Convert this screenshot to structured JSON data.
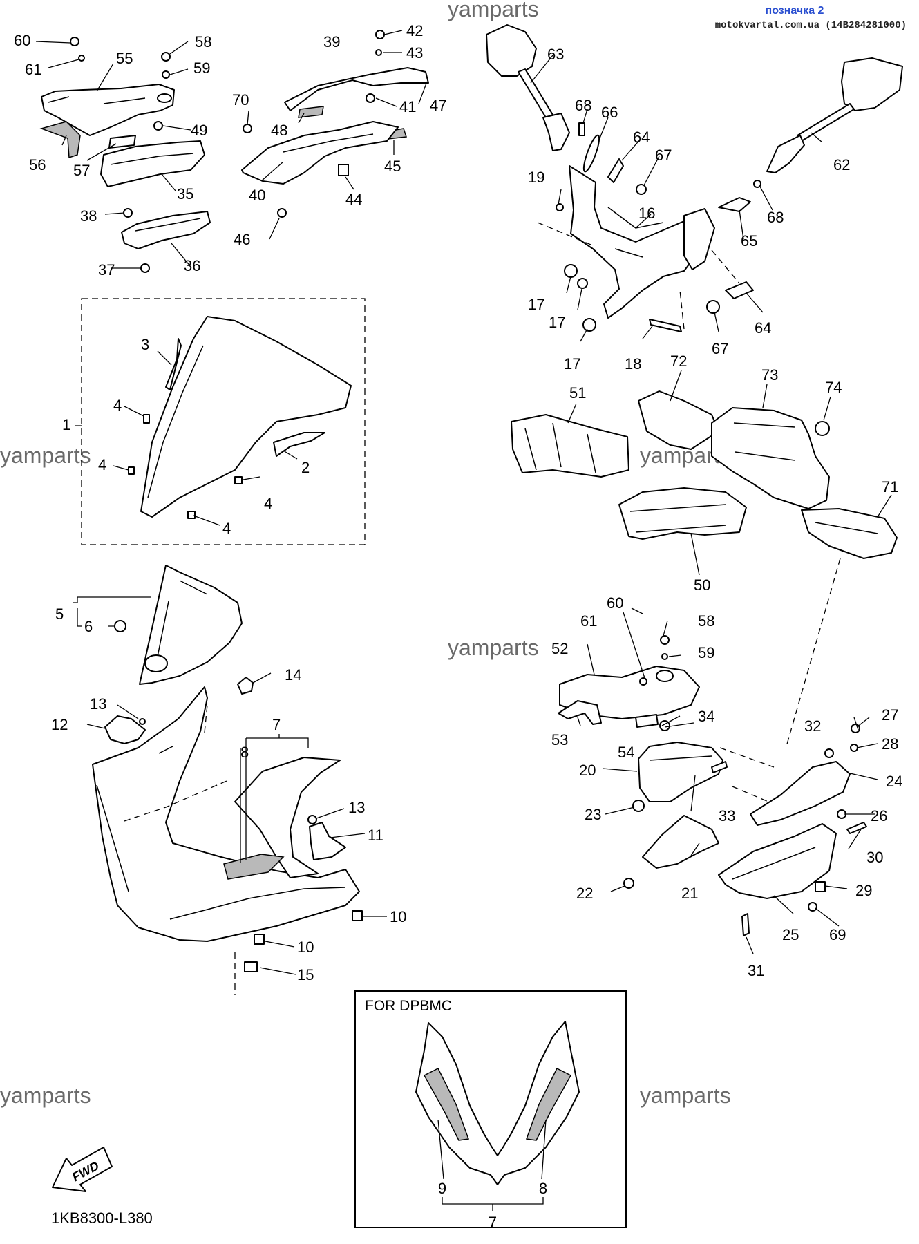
{
  "header": {
    "title": "позначка 2",
    "source": "motokvartal.com.ua (14B284281000)"
  },
  "watermark": "yamparts",
  "inset": {
    "title": "FOR DPBMC",
    "labels": [
      "9",
      "8",
      "7"
    ]
  },
  "fwd_label": "FWD",
  "diagram_ref": "1KB8300-L380",
  "callouts": {
    "n1": "1",
    "n2": "2",
    "n3": "3",
    "n4a": "4",
    "n4b": "4",
    "n4c": "4",
    "n4d": "4",
    "n5": "5",
    "n6": "6",
    "n7": "7",
    "n8": "8",
    "n10a": "10",
    "n10b": "10",
    "n11": "11",
    "n12": "12",
    "n13a": "13",
    "n13b": "13",
    "n14": "14",
    "n15": "15",
    "n16": "16",
    "n17a": "17",
    "n17b": "17",
    "n17c": "17",
    "n18": "18",
    "n19": "19",
    "n20": "20",
    "n21": "21",
    "n22": "22",
    "n23": "23",
    "n24": "24",
    "n25": "25",
    "n26": "26",
    "n27": "27",
    "n28": "28",
    "n29": "29",
    "n30": "30",
    "n31": "31",
    "n32": "32",
    "n33": "33",
    "n34": "34",
    "n35": "35",
    "n36": "36",
    "n37": "37",
    "n38": "38",
    "n39": "39",
    "n40": "40",
    "n41": "41",
    "n42": "42",
    "n43": "43",
    "n44": "44",
    "n45": "45",
    "n46": "46",
    "n47": "47",
    "n48": "48",
    "n49": "49",
    "n50": "50",
    "n51": "51",
    "n52": "52",
    "n53": "53",
    "n54": "54",
    "n55": "55",
    "n56": "56",
    "n57": "57",
    "n58a": "58",
    "n58b": "58",
    "n59a": "59",
    "n59b": "59",
    "n60a": "60",
    "n60b": "60",
    "n61a": "61",
    "n61b": "61",
    "n62": "62",
    "n63": "63",
    "n64a": "64",
    "n64b": "64",
    "n65": "65",
    "n66": "66",
    "n67a": "67",
    "n67b": "67",
    "n68a": "68",
    "n68b": "68",
    "n69": "69",
    "n70": "70",
    "n71": "71",
    "n72": "72",
    "n73": "73",
    "n74": "74"
  }
}
